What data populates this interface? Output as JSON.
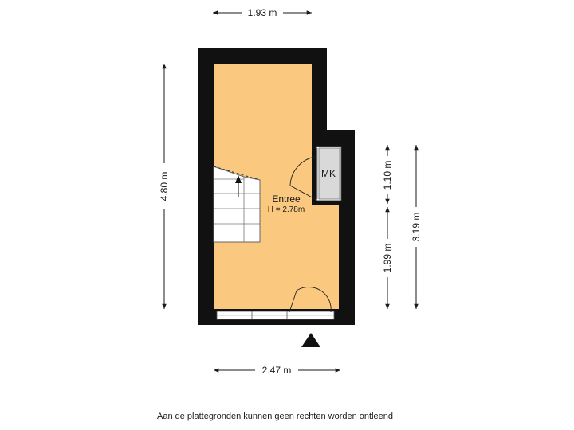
{
  "colors": {
    "floor": "#fbc87f",
    "wall": "#111111",
    "stair_fill": "#ffffff",
    "closet_fill": "#d9d9d9"
  },
  "rooms": [
    {
      "name": "Entree",
      "height": "H = 2.78m"
    },
    {
      "name": "MK"
    }
  ],
  "dimensions": {
    "top_width": "1.93 m",
    "bottom_width": "2.47 m",
    "left_height": "4.80 m",
    "right_upper": "1.10 m",
    "right_lower": "1.99 m",
    "right_total": "3.19 m"
  },
  "orientation_marker": "north-arrow-icon",
  "disclaimer": "Aan de plattegronden kunnen geen rechten worden ontleend"
}
